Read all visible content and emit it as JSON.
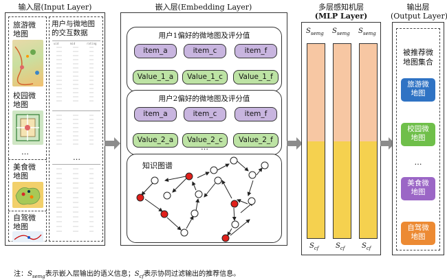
{
  "input_layer": {
    "title": "输入层(Input Layer)",
    "maps": [
      {
        "label": "旅游微\n地图"
      },
      {
        "label": "校园微\n地图"
      },
      {
        "label": "美食微\n地图"
      },
      {
        "label": "自驾微\n地图"
      }
    ],
    "ellipsis": "…",
    "interaction_title": "用户与微地图\n的交互数据",
    "table_headers": [
      "uid",
      "mid",
      "rating"
    ]
  },
  "embedding_layer": {
    "title": "嵌入层(Embedding Layer)",
    "user1": {
      "title": "用户1偏好的微地图及评分值",
      "items": [
        "item_a",
        "item_c",
        "item_f"
      ],
      "values": [
        "Value_1_a",
        "Value_1_c",
        "Value_1_f"
      ]
    },
    "user2": {
      "title": "用户2偏好的微地图及评分值",
      "items": [
        "item_a",
        "item_c",
        "item_f"
      ],
      "values": [
        "Value_2_a",
        "Value_2_c",
        "Value_2_f"
      ]
    },
    "ellipsis": "…",
    "kg_title": "知识图谱"
  },
  "mlp_layer": {
    "title_cn": "多层感知机层",
    "title_en": "(MLP Layer)",
    "top_label_main": "S",
    "top_label_sub": "semg",
    "bottom_label_main": "S",
    "bottom_label_sub": "cf"
  },
  "output_layer": {
    "title_cn": "输出层",
    "title_en": "(Output Layer)",
    "heading": "被推荐微\n地图集合",
    "items": [
      {
        "label": "旅游微\n地图",
        "color": "#2f73c4"
      },
      {
        "label": "校园微\n地图",
        "color": "#6fbf4a"
      },
      {
        "label": "美食微\n地图",
        "color": "#9b66c6"
      },
      {
        "label": "自驾微\n地图",
        "color": "#ec8a33"
      }
    ],
    "ellipsis": "…"
  },
  "footnote": {
    "prefix": "注：",
    "s1_main": "S",
    "s1_sub": "semg",
    "mid": "表示嵌入层输出的语义信息；",
    "s2_main": "S",
    "s2_sub": "cf",
    "end": "表示协同过滤输出的推荐信息。"
  },
  "colors": {
    "item_pill": "#c8b5df",
    "value_pill": "#bde3a4",
    "mlp_top": "#f7c7a3",
    "mlp_bottom": "#f5d14f",
    "kg_red_node": "#e0201b",
    "arrow_gray": "#8c8c8c"
  }
}
